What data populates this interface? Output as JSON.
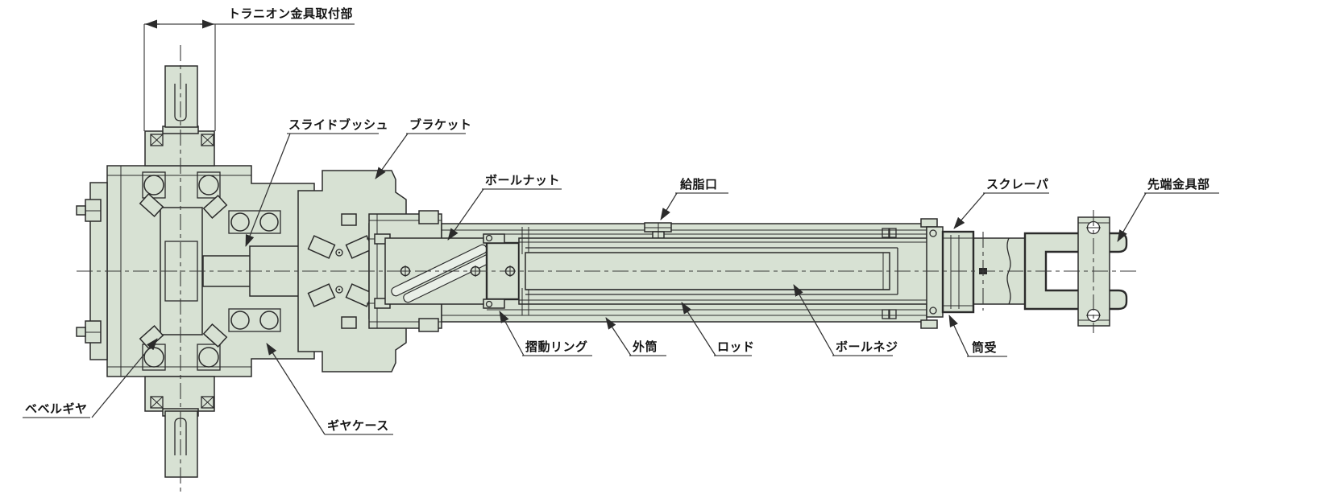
{
  "diagram": {
    "dimension_callout": {
      "text": "トラニオン金具取付部"
    },
    "labels": [
      {
        "id": "slide-bush",
        "text": "スライドブッシュ"
      },
      {
        "id": "bracket",
        "text": "ブラケット"
      },
      {
        "id": "ball-nut",
        "text": "ボールナット"
      },
      {
        "id": "grease-port",
        "text": "給脂口"
      },
      {
        "id": "scraper",
        "text": "スクレーパ"
      },
      {
        "id": "end-fitting",
        "text": "先端金具部"
      },
      {
        "id": "sliding-ring",
        "text": "摺動リング"
      },
      {
        "id": "outer-cylinder",
        "text": "外筒"
      },
      {
        "id": "rod",
        "text": "ロッド"
      },
      {
        "id": "ball-screw",
        "text": "ボールネジ"
      },
      {
        "id": "cylinder-holder",
        "text": "筒受"
      },
      {
        "id": "bevel-gear",
        "text": "ベベルギヤ"
      },
      {
        "id": "gear-case",
        "text": "ギヤケース"
      }
    ],
    "colors": {
      "part_fill": "#d7e1d3",
      "band_fill": "#e9efe7",
      "line": "#2b2b2b",
      "leader": "#333333",
      "text": "#151515",
      "background": "#ffffff"
    }
  }
}
